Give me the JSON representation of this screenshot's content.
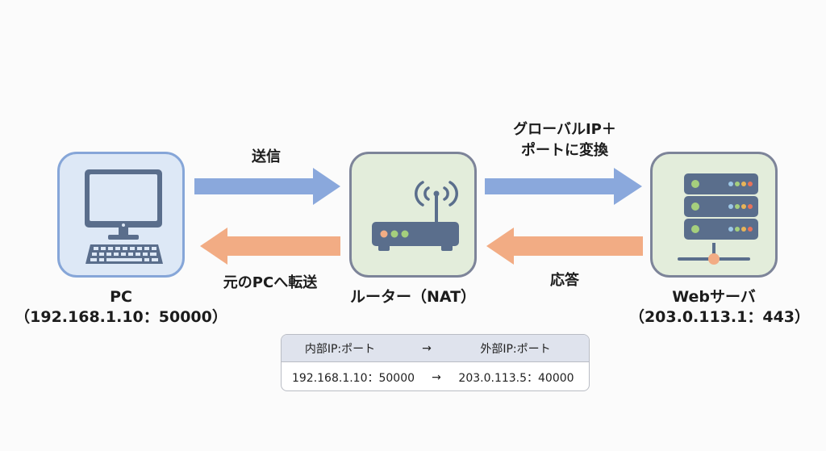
{
  "diagram": {
    "nodes": {
      "pc": {
        "name": "PC",
        "address": "（192.168.1.10：50000）",
        "icon": "desktop-computer-icon"
      },
      "router": {
        "name": "ルーター（NAT）",
        "icon": "wifi-router-icon"
      },
      "server": {
        "name": "Webサーバ",
        "address": "（203.0.113.1：443）",
        "icon": "server-rack-icon"
      }
    },
    "arrows": {
      "pc_to_router": {
        "label": "送信",
        "direction": "right"
      },
      "router_to_pc": {
        "label": "元のPCへ転送",
        "direction": "left"
      },
      "router_to_server": {
        "label_line1": "グローバルIP＋",
        "label_line2": "ポートに変換",
        "direction": "right"
      },
      "server_to_router": {
        "label": "応答",
        "direction": "left"
      }
    },
    "nat_table": {
      "header": {
        "internal": "内部IP:ポート",
        "arrow": "→",
        "external": "外部IP:ポート"
      },
      "row": {
        "internal": "192.168.1.10：50000",
        "arrow": "→",
        "external": "203.0.113.5：40000"
      }
    },
    "colors": {
      "outbound_arrow": "#8aa8dc",
      "inbound_arrow": "#f2ac84",
      "pc_fill": "#dde8f6",
      "pc_border": "#86a6d8",
      "device_fill": "#e3eddb",
      "device_border": "#7d8499",
      "icon_slate": "#5a6e8c"
    }
  }
}
